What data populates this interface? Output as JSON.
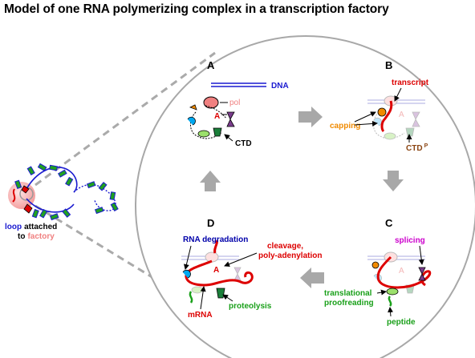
{
  "title": "Model of one RNA polymerizing complex in a transcription factory",
  "left": {
    "loop_word": "loop",
    "attached_word": "attached",
    "to_word": "to",
    "factory_word": "factory"
  },
  "panels": {
    "A": {
      "letter": "A",
      "dna": "DNA",
      "pol": "pol",
      "rna_letter": "A",
      "ctd": "CTD"
    },
    "B": {
      "letter": "B",
      "transcript": "transcript",
      "capping": "capping",
      "ctd": "CTD",
      "ctd_sup": "P"
    },
    "C": {
      "letter": "C",
      "splicing": "splicing",
      "translational": "translational",
      "proofreading": "proofreading",
      "peptide": "peptide"
    },
    "D": {
      "letter": "D",
      "rna_degradation": "RNA degradation",
      "cleavage": "cleavage,",
      "polyadenylation": "poly-adenylation",
      "rna_letter": "A",
      "proteolysis": "proteolysis",
      "mrna": "mRNA"
    }
  },
  "colors": {
    "dna": "#1a1ad0",
    "pol": "#f08080",
    "transcript": "#dd0000",
    "capping": "#f08a00",
    "ctd_p": "#8b4513",
    "splicing": "#cc00cc",
    "proofreading": "#1aa01a",
    "degradation": "#0000aa",
    "factory": "#f4a0a0",
    "cycle_arrow": "#a0a0a0"
  }
}
